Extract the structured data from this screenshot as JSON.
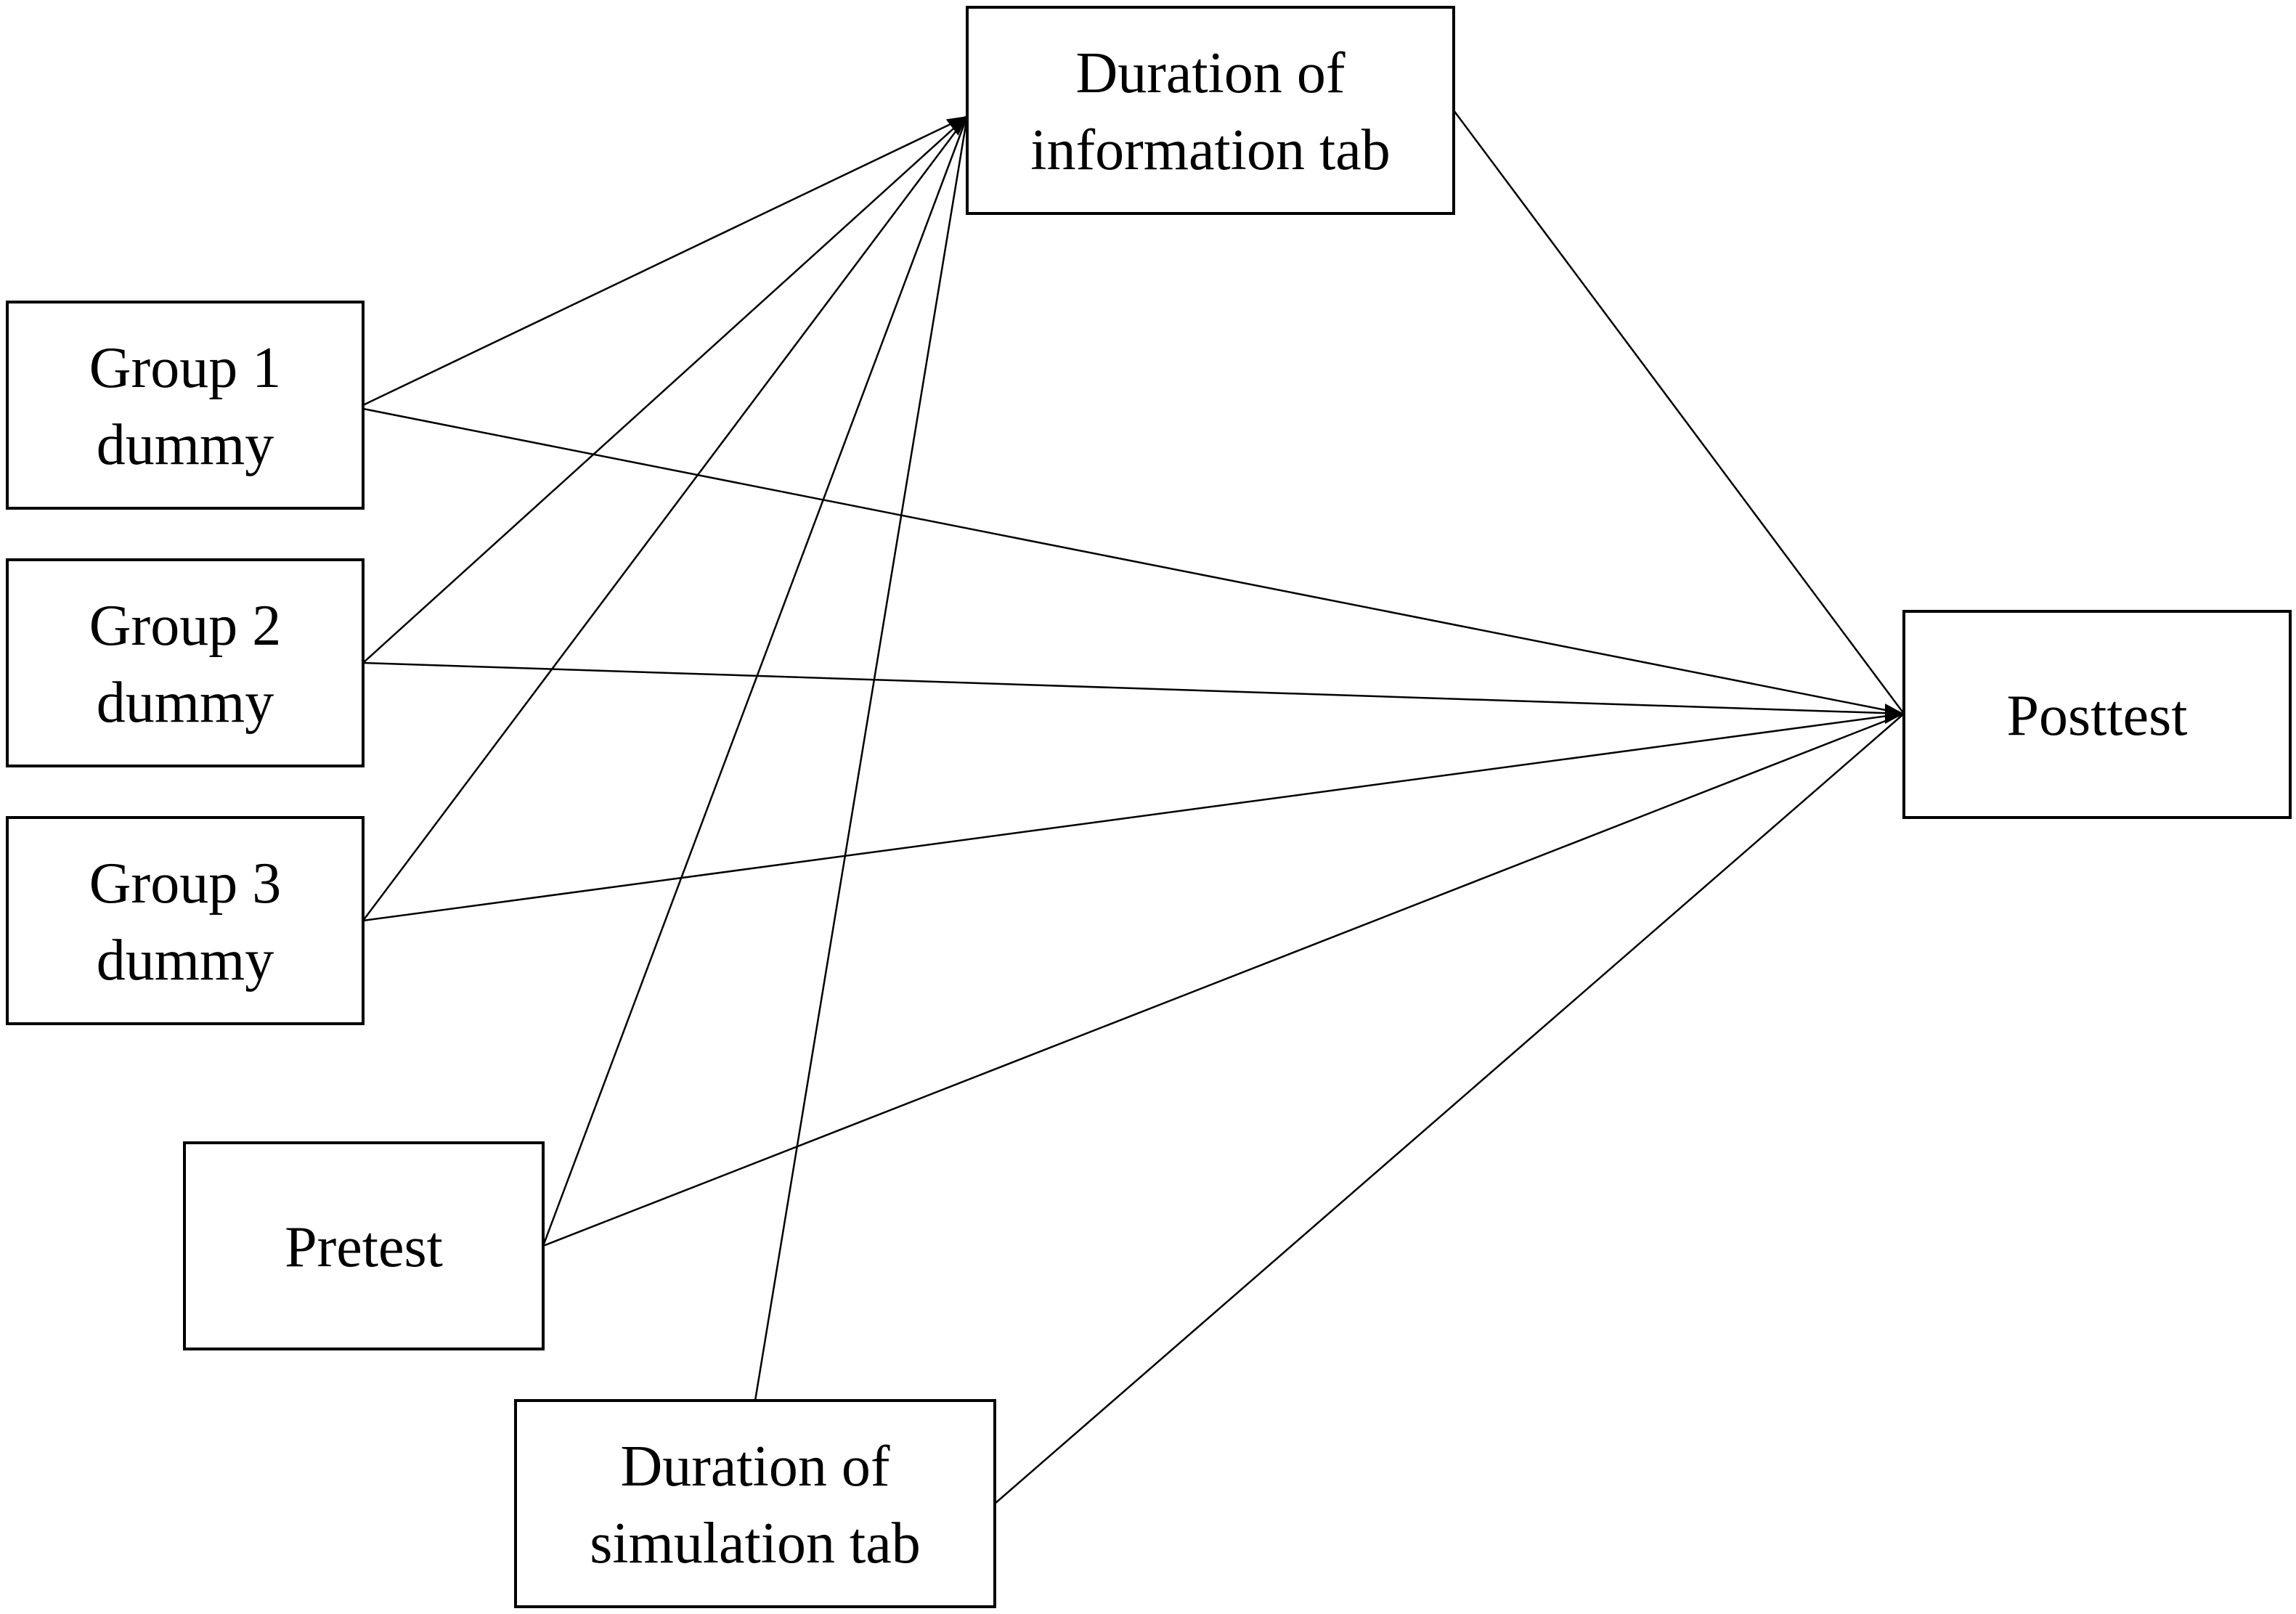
{
  "nodes": [
    {
      "id": "group1",
      "lines": [
        "Group 1",
        "dummy"
      ]
    },
    {
      "id": "group2",
      "lines": [
        "Group 2",
        "dummy"
      ]
    },
    {
      "id": "group3",
      "lines": [
        "Group 3",
        "dummy"
      ]
    },
    {
      "id": "pretest",
      "lines": [
        "Pretest"
      ]
    },
    {
      "id": "info",
      "lines": [
        "Duration of",
        "information tab"
      ]
    },
    {
      "id": "sim",
      "lines": [
        "Duration of",
        "simulation tab"
      ]
    },
    {
      "id": "posttest",
      "lines": [
        "Posttest"
      ]
    }
  ],
  "edges": [
    {
      "from": "group1",
      "to": "info"
    },
    {
      "from": "group2",
      "to": "info"
    },
    {
      "from": "group3",
      "to": "info"
    },
    {
      "from": "pretest",
      "to": "info"
    },
    {
      "from": "sim",
      "to": "info"
    },
    {
      "from": "group1",
      "to": "posttest"
    },
    {
      "from": "group2",
      "to": "posttest"
    },
    {
      "from": "group3",
      "to": "posttest"
    },
    {
      "from": "pretest",
      "to": "posttest"
    },
    {
      "from": "sim",
      "to": "posttest"
    },
    {
      "from": "info",
      "to": "posttest"
    }
  ]
}
